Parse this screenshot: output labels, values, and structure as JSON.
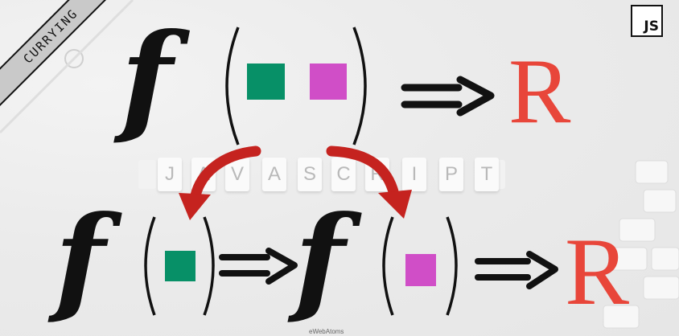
{
  "ribbon": {
    "label": "CURRYING"
  },
  "badge": {
    "label": "JS"
  },
  "background_word": {
    "letters": [
      "J",
      "A",
      "V",
      "A",
      "S",
      "C",
      "R",
      "I",
      "P",
      "T"
    ]
  },
  "top_equation": {
    "function_symbol": "f",
    "result": "R"
  },
  "bottom_equation": {
    "first_function": "f",
    "second_function": "f",
    "result": "R"
  },
  "credit": "eWebAtoms",
  "colors": {
    "green": "#079067",
    "magenta": "#d04ec7",
    "result_red": "#e8463a",
    "arrow_red": "#c5231f"
  }
}
